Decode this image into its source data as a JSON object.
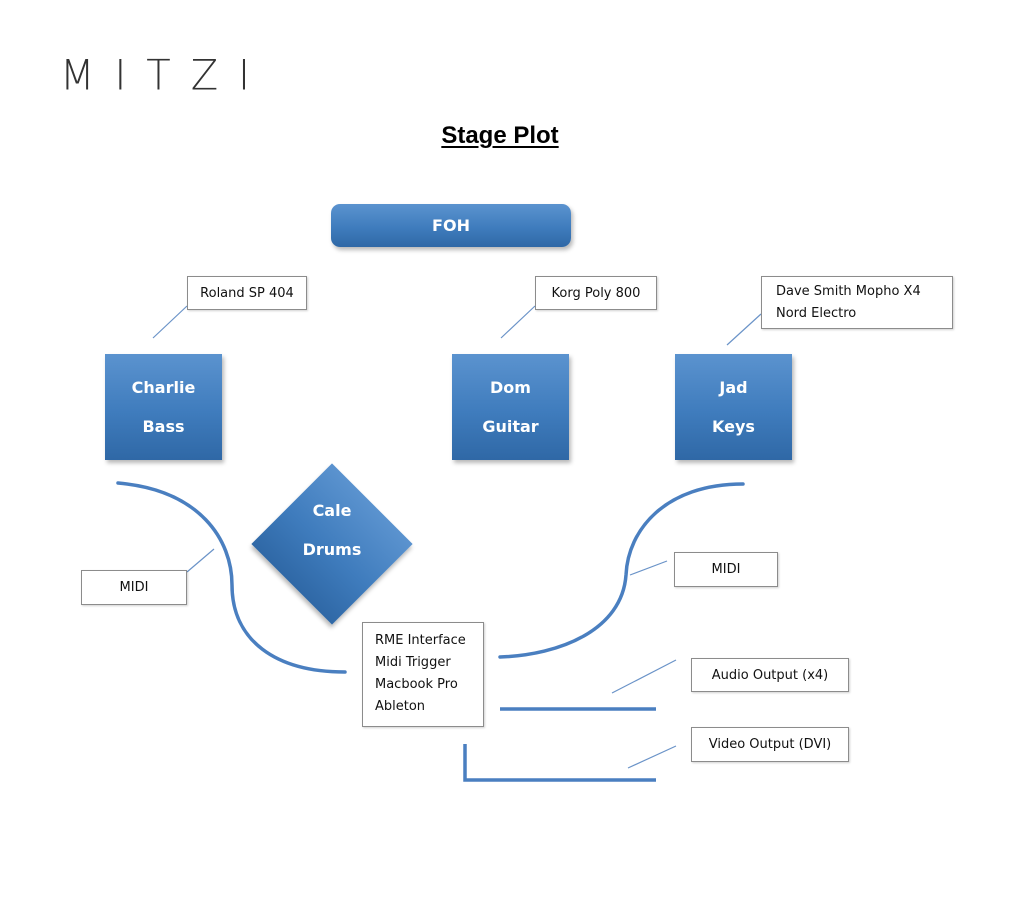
{
  "logo": "MITZI",
  "title": "Stage Plot",
  "foh": "FOH",
  "performers": [
    {
      "name": "Charlie",
      "role": "Bass"
    },
    {
      "name": "Dom",
      "role": "Guitar"
    },
    {
      "name": "Jad",
      "role": "Keys"
    },
    {
      "name": "Cale",
      "role": "Drums"
    }
  ],
  "notes": {
    "charlie_gear": "Roland SP 404",
    "dom_gear": "Korg Poly 800",
    "jad_gear": [
      "Dave Smith Mopho X4",
      "Nord Electro"
    ],
    "midi_left": "MIDI",
    "midi_right": "MIDI",
    "rig": [
      "RME Interface",
      "Midi Trigger",
      "Macbook Pro",
      "Ableton"
    ],
    "audio_output": "Audio Output (x4)",
    "video_output": "Video Output (DVI)"
  },
  "colors": {
    "box_blue": "#3f7cbd",
    "cable_blue": "#4a7fc0",
    "leader_blue": "#6a93c8"
  }
}
